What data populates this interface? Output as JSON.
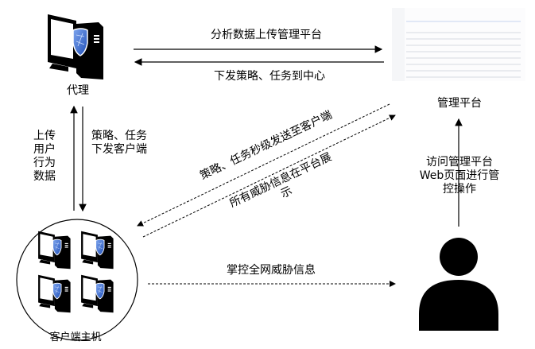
{
  "nodes": {
    "proxy": "代理",
    "platform": "管理平台",
    "clients": "客户端主机"
  },
  "edges": {
    "upload_analysis": "分析数据上传管理平台",
    "dispatch_policy": "下发策略、任务到中心",
    "upload_behavior": "上传用户行为数据",
    "policy_to_client": "策略、任务下发客户端",
    "second_level_dispatch": "策略、任务秒级发送至客户端",
    "threat_display": "所有威胁信息在平台展示",
    "web_access": "访问管理平台Web页面进行管控操作",
    "control_threats": "掌控全网威胁信息"
  },
  "colors": {
    "shield": "#3a6fd8",
    "line": "#000000"
  }
}
